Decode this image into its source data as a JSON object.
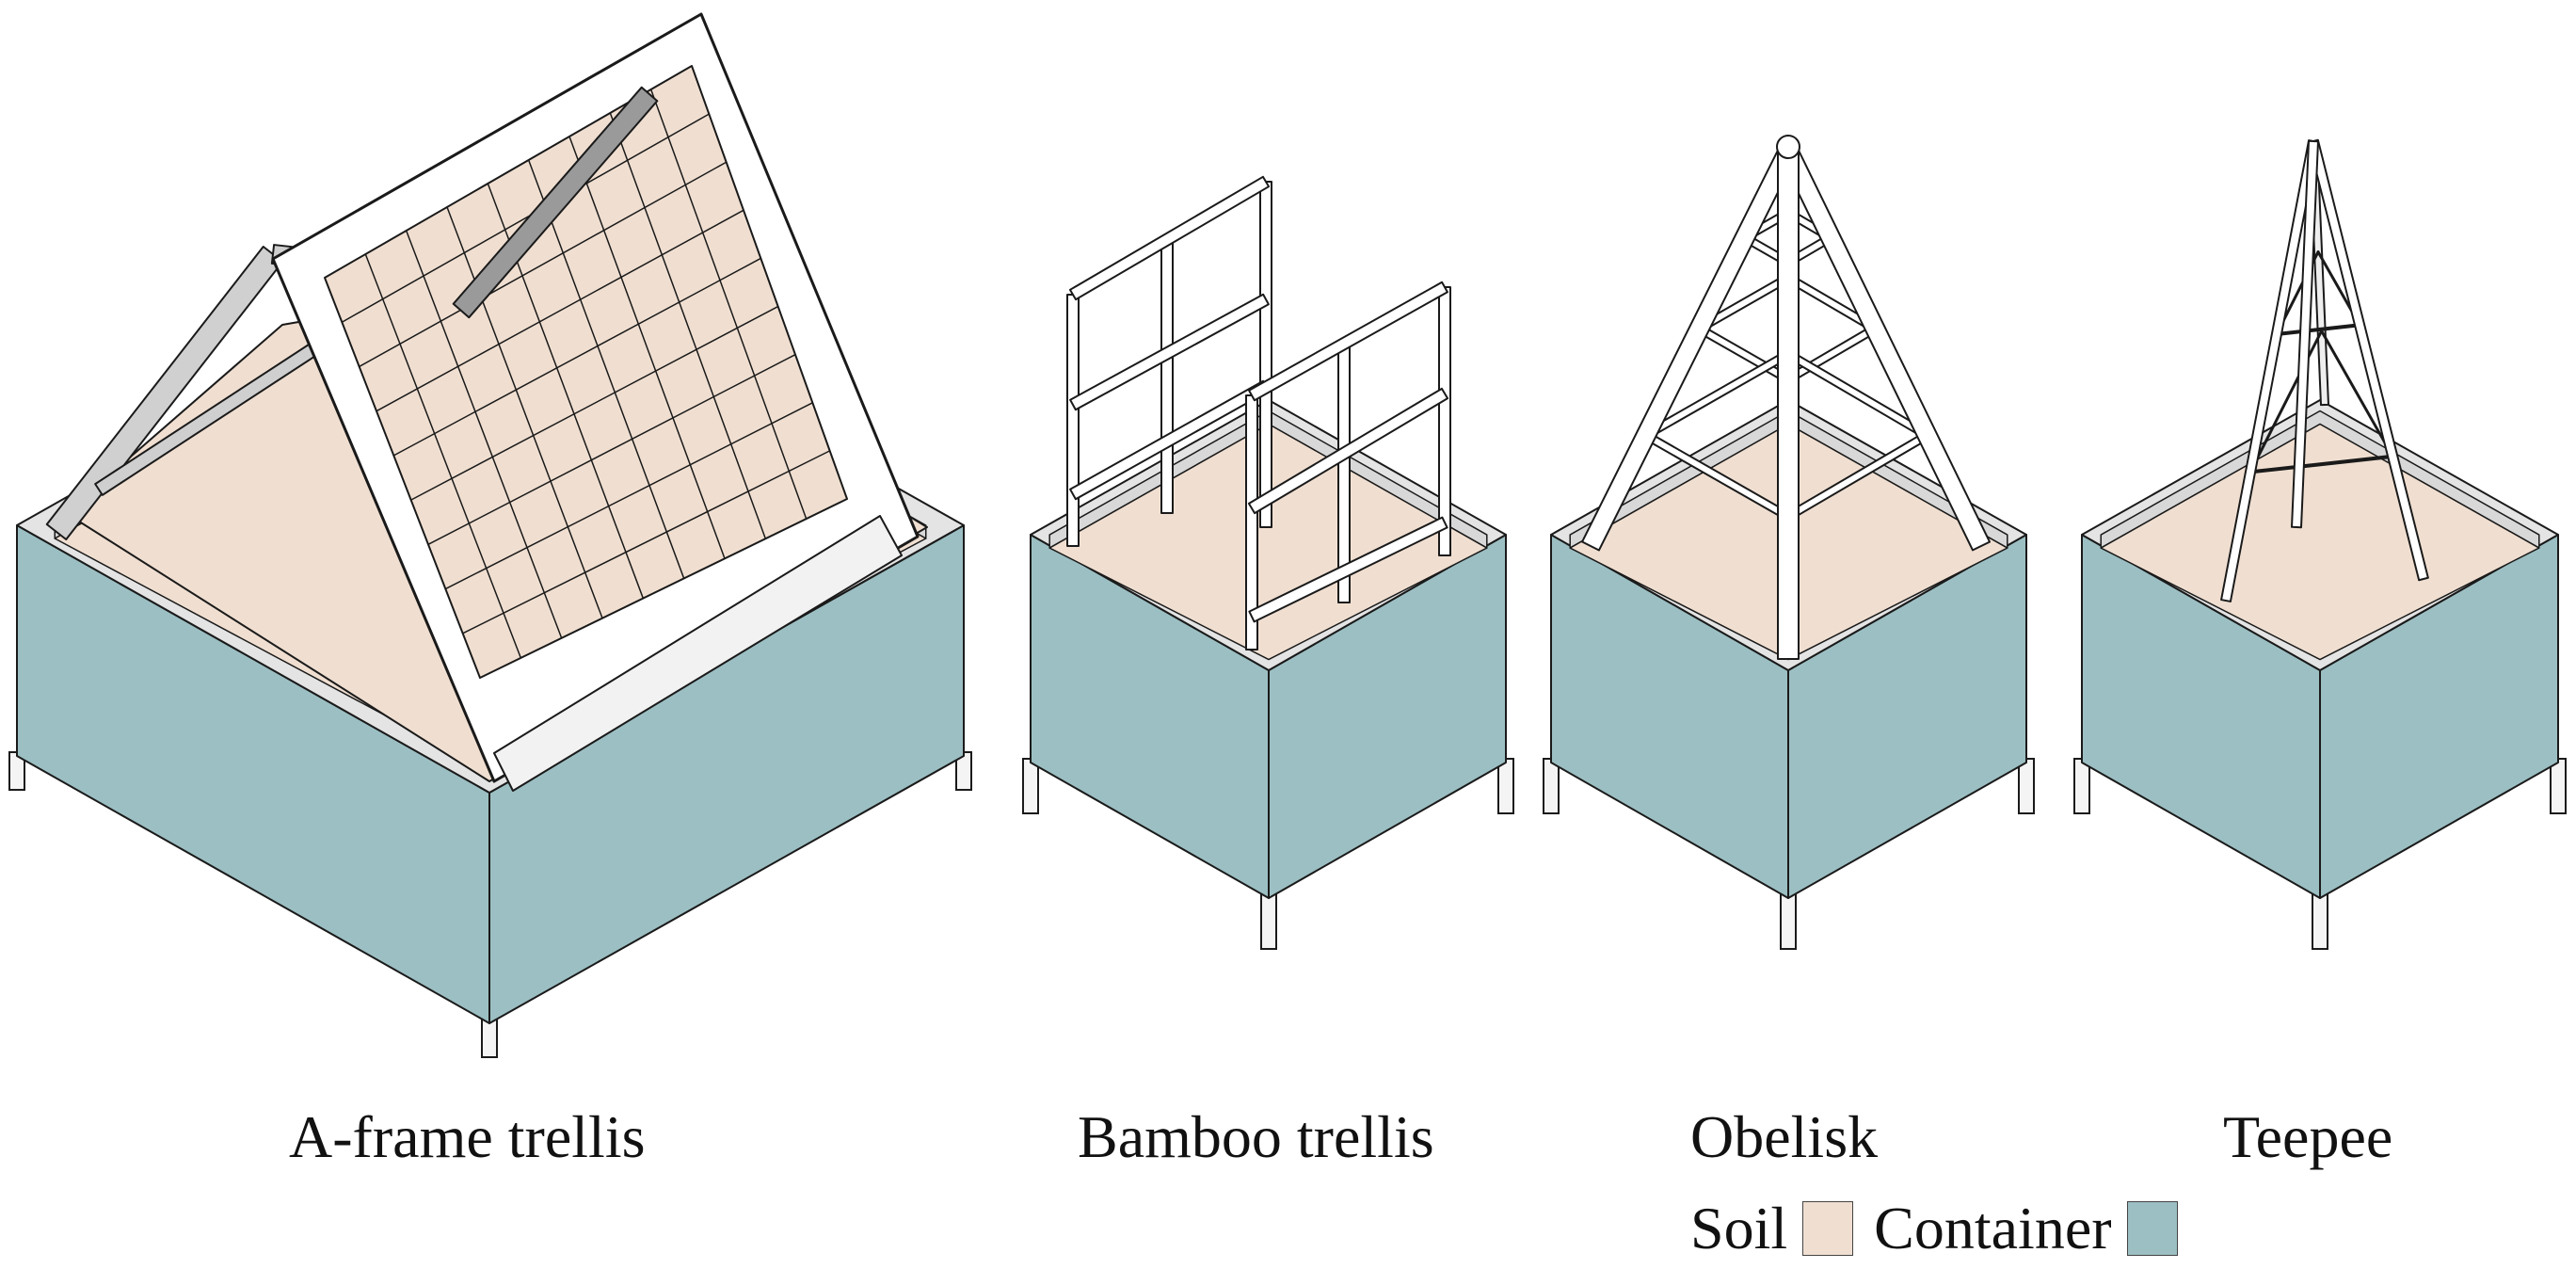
{
  "captions": {
    "aframe": "A-frame trellis",
    "bamboo": "Bamboo trellis",
    "obelisk": "Obelisk",
    "teepee": "Teepee"
  },
  "legend": {
    "soil_label": "Soil",
    "container_label": "Container"
  },
  "colors": {
    "soil": "#f0dfd1",
    "container": "#9cbfc3",
    "rim": "#e4e4e4",
    "structure": "#ffffff",
    "line": "#1a1a1a"
  }
}
